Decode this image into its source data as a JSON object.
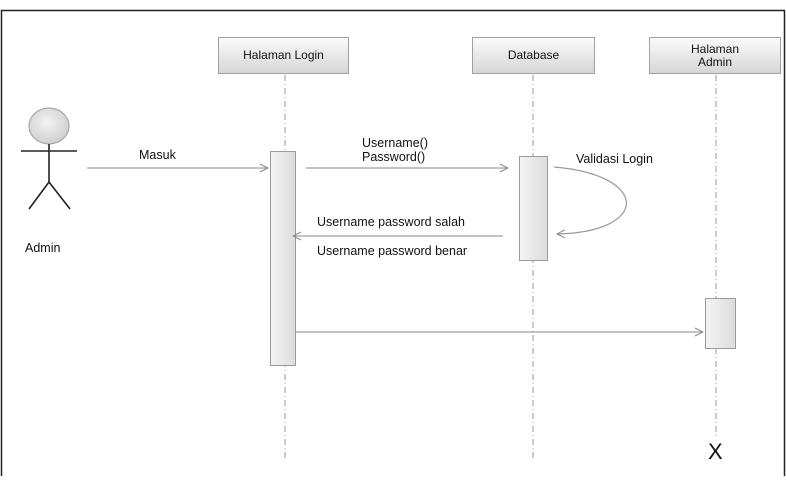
{
  "actor": {
    "name": "Admin"
  },
  "lifelines": [
    {
      "key": "halaman_login",
      "label": "Halaman Login"
    },
    {
      "key": "database",
      "label": "Database"
    },
    {
      "key": "halaman_admin",
      "label": "Halaman Admin",
      "label_lines": [
        "Halaman",
        "Admin"
      ]
    }
  ],
  "messages": {
    "masuk": "Masuk",
    "username_call": "Username()",
    "password_call": "Password()",
    "validasi": "Validasi Login",
    "salah": "Username password salah",
    "benar": "Username password benar"
  },
  "destroy_mark": "X",
  "colors": {
    "box_fill_top": "#fbfbfb",
    "box_fill_bottom": "#d6d6d6",
    "box_stroke": "#9a9a9a",
    "line": "#8a8a8a",
    "frame": "#222222"
  }
}
